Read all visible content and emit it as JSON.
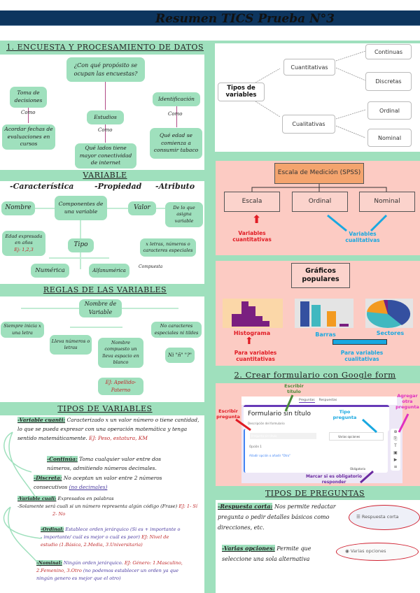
{
  "title": "Resumen TICS Prueba N°3",
  "colors": {
    "header_bar": "#0d355e",
    "section_green": "#9fe0bd",
    "pink_panel": "#fccbc3",
    "orange_box": "#f4a46e",
    "red": "#e01b24",
    "blue": "#19a8e0"
  },
  "encuesta": {
    "header": "1. Encuesta y procesamiento de datos",
    "question": "¿Con qué propósito se ocupan las encuestas?",
    "items": [
      {
        "label": "Toma de decisiones",
        "como": "Como",
        "example": "Acordar fechas de evaluaciones en cursos"
      },
      {
        "label": "Estudios",
        "como": "Como",
        "example": "Qué lados tiene mayor conectividad de internet"
      },
      {
        "label": "Identificación",
        "como": "Como",
        "example": "Qué edad se comienza a consumir tabaco"
      }
    ]
  },
  "variable": {
    "header": "Variable",
    "traits": [
      "-Característica",
      "-Propiedad",
      "-Atributo"
    ],
    "components": "Componentes de una variable",
    "nombre": "Nombre",
    "valor": "Valor",
    "valor_desc": "De lo que asigna variable",
    "tipo": "Tipo",
    "edad": "Edad expresada en años",
    "edad_ej": "Ej: 1,2,3",
    "numerica": "Numérica",
    "alfanumerica": "Alfanumérica",
    "compuesta": "Compuesta",
    "alfa_desc": "x letras, números o caracteres especiales"
  },
  "reglas": {
    "header": "Reglas de las variables",
    "root": "Nombre de Variable",
    "r1": "Siempre inicia x una letra",
    "r2": "Lleva números o letras",
    "r3": "Nombre compuesto un lleva espacio en blanco",
    "r3_ej": "EJ: Apellido-Paterno",
    "r4": "No caracteres especiales ni tildes",
    "r5": "Ni \"ñ\" \"?\""
  },
  "tipos_variables": {
    "header": "Tipos de variables",
    "cuanti_label": "-Variable cuanti:",
    "cuanti_text": "Caracterizado x un valor número o tiene cantidad, lo que se pueda expresar con una operación matemática y tenga sentido matemáticamente.",
    "cuanti_ej": "EJ: Peso, estatura, KM",
    "continua_label": "-Continúa:",
    "continua_text": "Toma cualquier valor entre dos números, admitiendo números decimales.",
    "discreta_label": "-Discreta:",
    "discreta_text": "No aceptan un valor entre 2 números consecutivos",
    "discreta_note": "(no decimales)",
    "cuali_label": "-Variable cuali:",
    "cuali_text": "Expresados en palabras",
    "cuali_text2": "-Solamente será cuali si un número representa algún código (Frase)",
    "cuali_ej": "EJ: 1- Sí",
    "cuali_ej2": "2- No",
    "ordinal_label": "-Ordinal:",
    "ordinal_text": "Establece orden jerárquico (Si es + importante o - importante/ cuál es mejor o cuál es peor)",
    "ordinal_ej": "EJ: Nivel de estudio (1.Básica, 2.Media, 3.Universitaria)",
    "nominal_label": "-Nominal:",
    "nominal_text": "Ningún orden jerárquico.",
    "nominal_ej": "EJ: Género: 1.Masculino, 2.Femenino, 3.Otro",
    "nominal_note": "(no podemos establecer un orden ya que ningún genero es mejor que el otro)"
  },
  "tipos_diagram": {
    "root": "Tipos de variables",
    "cuanti": "Cuantitativas",
    "cuali": "Cualitativas",
    "leaves": [
      "Continuas",
      "Discretas",
      "Ordinal",
      "Nominal"
    ]
  },
  "escala": {
    "title": "Escala de Medición (SPSS)",
    "items": [
      "Escala",
      "Ordinal",
      "Nominal"
    ],
    "cuanti": "Variables cuantitativas",
    "cuali": "Variables cualitativas"
  },
  "graficos": {
    "title": "Gráficos populares",
    "items": [
      "Histograma",
      "Barras",
      "Sectores"
    ],
    "cuanti": "Para variables cuantitativas",
    "cuali": "Para variables cualitativas"
  },
  "formulario": {
    "header": "2. Crear formulario con Google form",
    "tabs": [
      "Preguntas",
      "Respuestas"
    ],
    "form_title": "Formulario sin título",
    "form_desc": "Descripción del formulario",
    "question": "Pregunta sin título",
    "option1": "Opción 1",
    "option2": "Añadir opción o añadir \"Otro\"",
    "type": "Varias opciones",
    "required": "Obligatorio",
    "ann_title": "Escribir título",
    "ann_question": "Escribir pregunta",
    "ann_type": "Tipo pregunta",
    "ann_add": "Agregar otra pregunta",
    "ann_required": "Marcar si es obligatorio responder"
  },
  "preguntas": {
    "header": "Tipos de preguntas",
    "corta_label": "-Respuesta corta:",
    "corta_text": "Nos permite redactar pregunta o pedir detalles básicos como direcciones, etc.",
    "corta_img": "Respuesta corta",
    "varias_label": "-Varias opciones:",
    "varias_text": "Permite que seleccione una sola alternativa",
    "varias_img": "Varias opciones"
  }
}
